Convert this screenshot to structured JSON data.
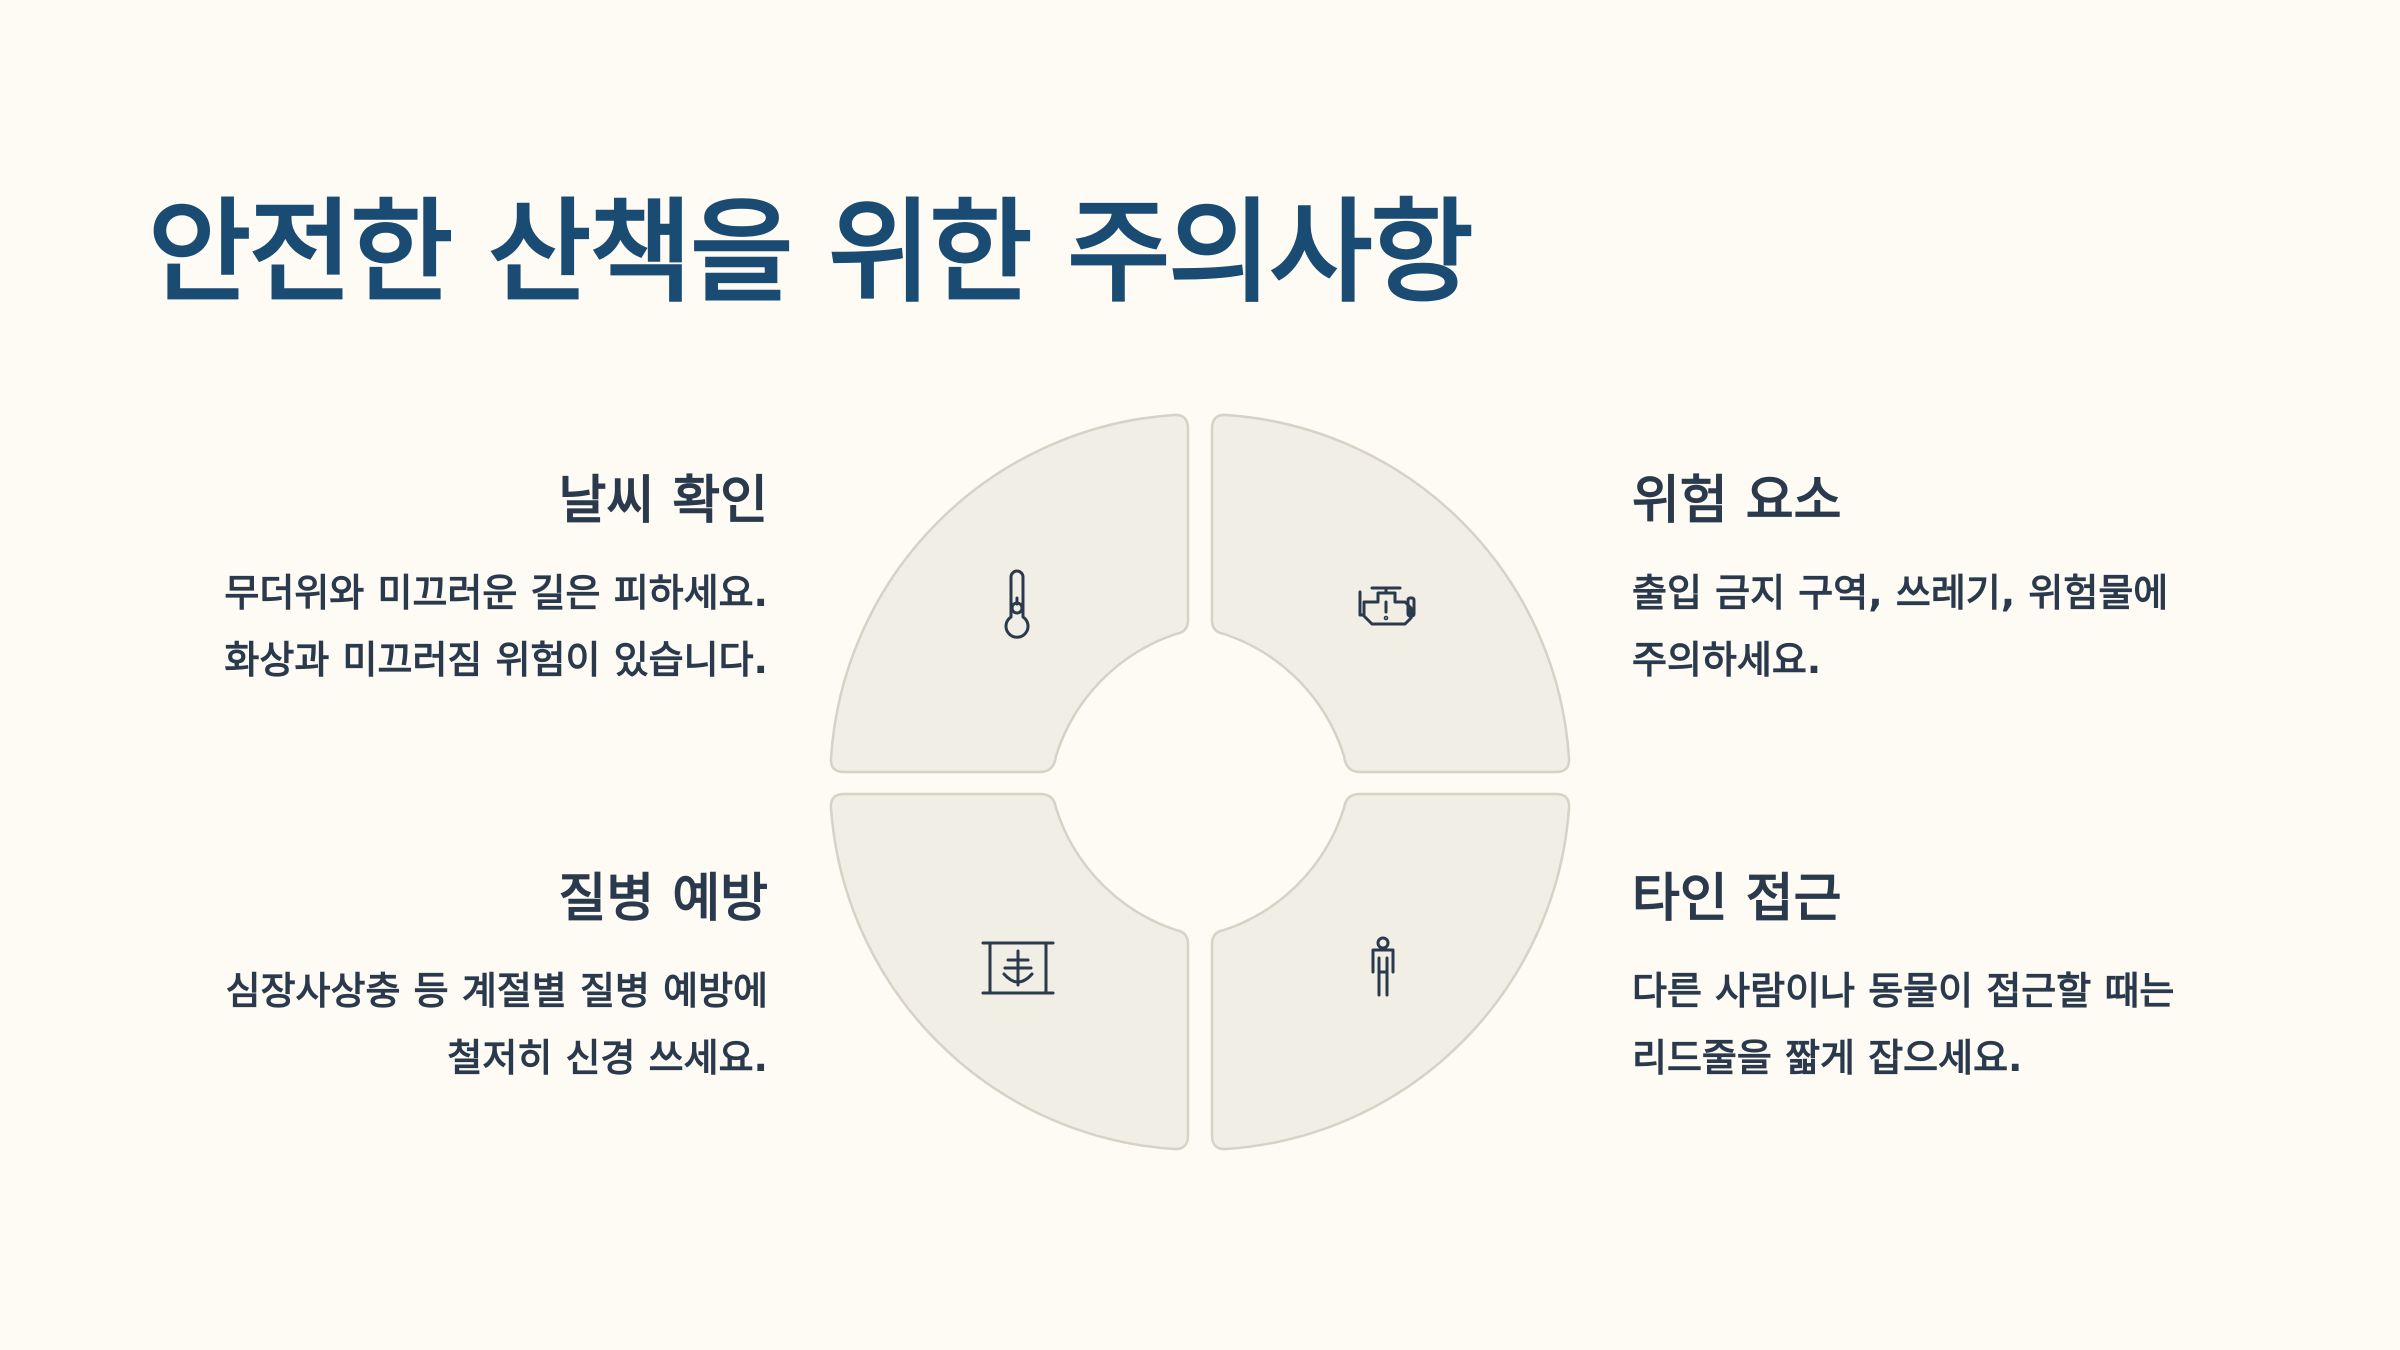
{
  "title": "안전한 산책을 위한 주의사항",
  "sections": {
    "weather": {
      "heading": "날씨 확인",
      "lines": [
        "무더위와 미끄러운 길은 피하세요.",
        "화상과 미끄러짐 위험이 있습니다."
      ],
      "icon": "thermometer-icon"
    },
    "hazards": {
      "heading": "위험 요소",
      "lines": [
        "출입 금지 구역, 쓰레기, 위험물에",
        "주의하세요."
      ],
      "icon": "engine-warning-icon"
    },
    "disease": {
      "heading": "질병 예방",
      "lines": [
        "심장사상충 등 계절별 질병 예방에",
        "철저히 신경 쓰세요."
      ],
      "icon": "xray-icon"
    },
    "strangers": {
      "heading": "타인 접근",
      "lines": [
        "다른 사람이나 동물이 접근할 때는",
        "리드줄을 짧게 잡으세요."
      ],
      "icon": "person-icon"
    }
  },
  "colors": {
    "title": "#1a4b72",
    "text": "#2a3a4c",
    "segment_fill": "#f1eee5",
    "segment_stroke": "#d6d2c6",
    "background": "#fdfbf4"
  }
}
